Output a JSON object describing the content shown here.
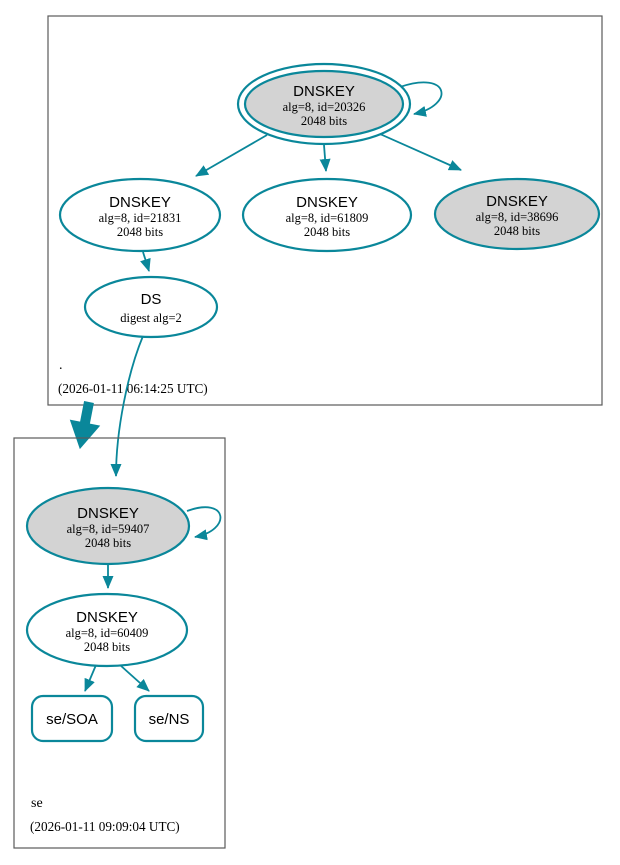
{
  "colors": {
    "secure": "#0a879a",
    "sepFill": "#d3d3d3",
    "nodeFill": "#ffffff",
    "clusterBorder": "#5b5b5b",
    "text": "#000000"
  },
  "zones": {
    "root": {
      "label": ".",
      "timestamp": "(2026-01-11 06:14:25 UTC)",
      "ksk": {
        "title": "DNSKEY",
        "alg": "alg=8, id=20326",
        "bits": "2048 bits"
      },
      "key21831": {
        "title": "DNSKEY",
        "alg": "alg=8, id=21831",
        "bits": "2048 bits"
      },
      "key61809": {
        "title": "DNSKEY",
        "alg": "alg=8, id=61809",
        "bits": "2048 bits"
      },
      "key38696": {
        "title": "DNSKEY",
        "alg": "alg=8, id=38696",
        "bits": "2048 bits"
      },
      "ds": {
        "title": "DS",
        "digest": "digest alg=2"
      }
    },
    "se": {
      "label": "se",
      "timestamp": "(2026-01-11 09:09:04 UTC)",
      "ksk": {
        "title": "DNSKEY",
        "alg": "alg=8, id=59407",
        "bits": "2048 bits"
      },
      "zsk": {
        "title": "DNSKEY",
        "alg": "alg=8, id=60409",
        "bits": "2048 bits"
      },
      "rrsets": {
        "soa": "se/SOA",
        "ns": "se/NS"
      }
    }
  }
}
